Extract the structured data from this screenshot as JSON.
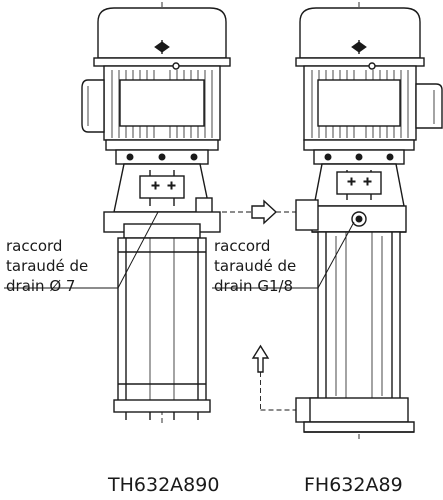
{
  "labels": {
    "left_drain": [
      "raccord",
      "taraudé de",
      "drain Ø 7"
    ],
    "right_drain": [
      "raccord",
      "taraudé de",
      "drain G1/8"
    ]
  },
  "captions": {
    "left": "TH632A890",
    "right": "FH632A89"
  }
}
